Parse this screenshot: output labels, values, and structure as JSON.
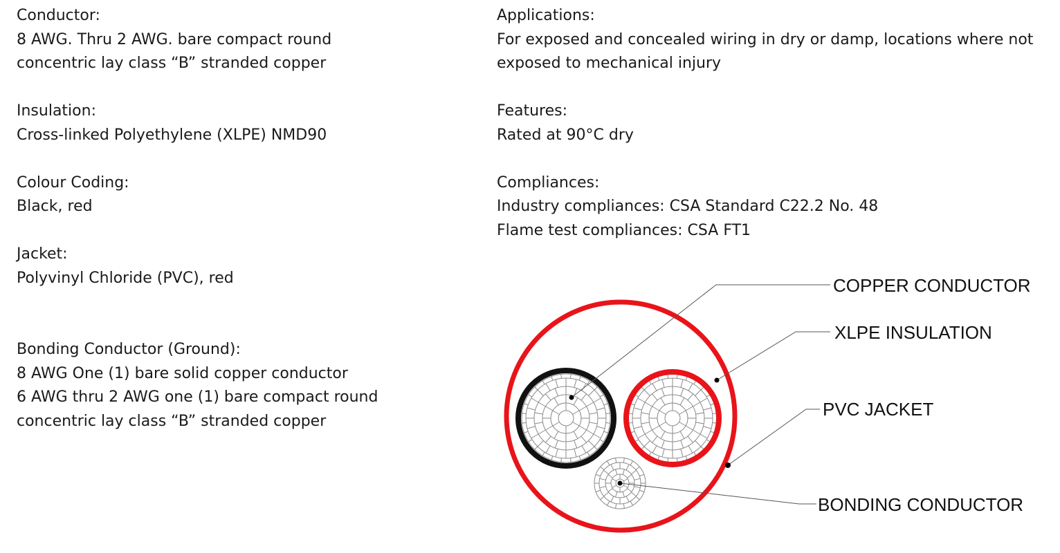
{
  "left_column": {
    "sections": [
      {
        "heading": "Conductor:",
        "lines": [
          "8 AWG. Thru 2 AWG. bare compact round",
          "concentric lay class “B” stranded copper"
        ]
      },
      {
        "heading": "Insulation:",
        "lines": [
          "Cross-linked Polyethylene (XLPE) NMD90"
        ]
      },
      {
        "heading": "Colour Coding:",
        "lines": [
          "Black, red"
        ]
      },
      {
        "heading": "Jacket:",
        "lines": [
          "Polyvinyl Chloride (PVC), red"
        ]
      },
      {
        "heading": "Bonding Conductor (Ground):",
        "lines": [
          "8 AWG One (1) bare solid copper conductor",
          "6 AWG thru 2 AWG one (1) bare compact round",
          "concentric lay class “B” stranded copper"
        ]
      }
    ]
  },
  "right_column": {
    "sections": [
      {
        "heading": "Applications:",
        "lines": [
          "For exposed and concealed wiring in dry or damp, locations where not",
          "exposed to mechanical injury"
        ]
      },
      {
        "heading": "Features:",
        "lines": [
          "Rated at 90°C dry"
        ]
      },
      {
        "heading": "Compliances:",
        "lines": [
          "Industry compliances: CSA Standard C22.2 No. 48",
          "Flame test compliances: CSA FT1"
        ]
      }
    ]
  },
  "diagram": {
    "labels": {
      "copper_conductor": "COPPER CONDUCTOR",
      "xlpe_insulation": "XLPE INSULATION",
      "pvc_jacket": "PVC JACKET",
      "bonding_conductor": "BONDING CONDUCTOR"
    },
    "colors": {
      "jacket": "#e8141a",
      "insulation_black": "#111111",
      "insulation_red": "#e8141a",
      "strands": "#8a8a8a",
      "leader": "#555555"
    }
  }
}
